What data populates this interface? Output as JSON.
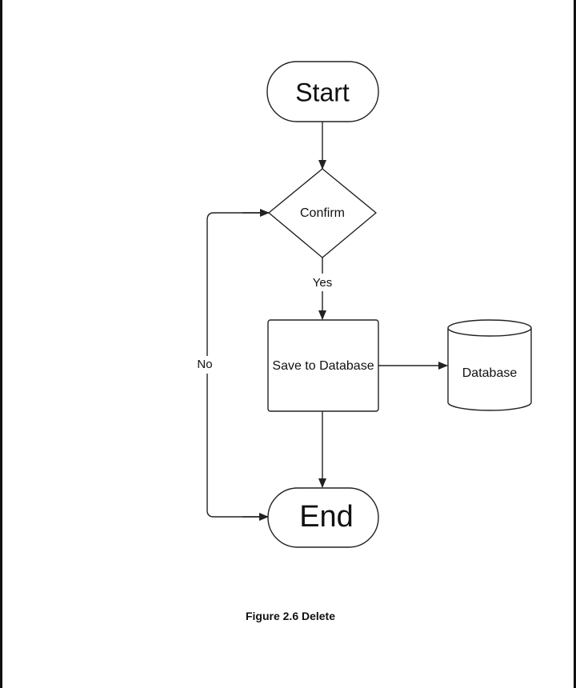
{
  "nodes": {
    "start": "Start",
    "confirm": "Confirm",
    "save": "Save to Database",
    "database": "Database",
    "end": "End"
  },
  "edges": {
    "yes": "Yes",
    "no": "No"
  },
  "caption": "Figure 2.6 Delete",
  "colors": {
    "stroke": "#222222",
    "background": "#ffffff"
  }
}
